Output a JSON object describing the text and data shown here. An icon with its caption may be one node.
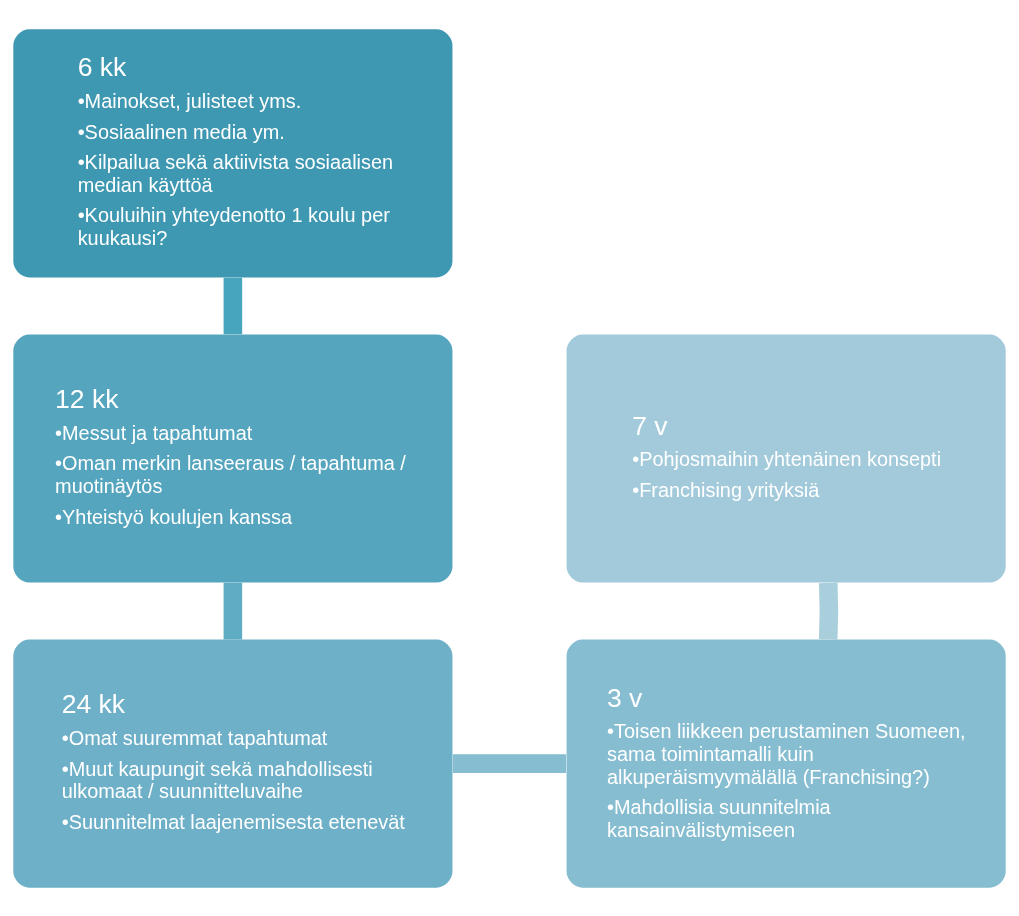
{
  "diagram": {
    "nodes": [
      {
        "text": [
          "6 kk",
          "•Mainokset, julisteet yms.",
          "•Sosiaalinen media ym.",
          "•Kilpailua sekä aktiivista sosiaalisen median käyttöä",
          "•Kouluihin yhteydenotto 1 koulu per kuukausi?"
        ]
      },
      {
        "text": [
          "12 kk",
          "•Messut ja tapahtumat",
          "•Oman merkin lanseeraus / tapahtuma / muotinäytös",
          "•Yhteistyö koulujen kanssa"
        ]
      },
      {
        "text": [
          "7 v",
          "•Pohjosmaihin yhtenäinen konsepti",
          "•Franchising yrityksiä"
        ]
      },
      {
        "text": [
          "24 kk",
          "•Omat suuremmat tapahtumat",
          "•Muut kaupungit sekä mahdollisesti ulkomaat / suunnitteluvaihe",
          "•Suunnitelmat laajenemisesta etenevät"
        ]
      },
      {
        "text": [
          "3 v",
          "•Toisen liikkeen perustaminen Suomeen, sama toimintamalli kuin alkuperäismyymälällä (Franchising?)",
          "•Mahdollisia suunnitelmia kansainvälistymiseen"
        ]
      }
    ],
    "edges": [
      {
        "from": 0,
        "to": 1,
        "arrow": "none",
        "color": "#47a5be"
      },
      {
        "from": 1,
        "to": 3,
        "arrow": "none",
        "color": "#5fadc5"
      },
      {
        "from": 3,
        "to": 4,
        "arrow": "none",
        "color": "#86bdd1"
      },
      {
        "from": 4,
        "to": 2,
        "arrow": "none",
        "color": "#a9cfdc"
      }
    ]
  }
}
